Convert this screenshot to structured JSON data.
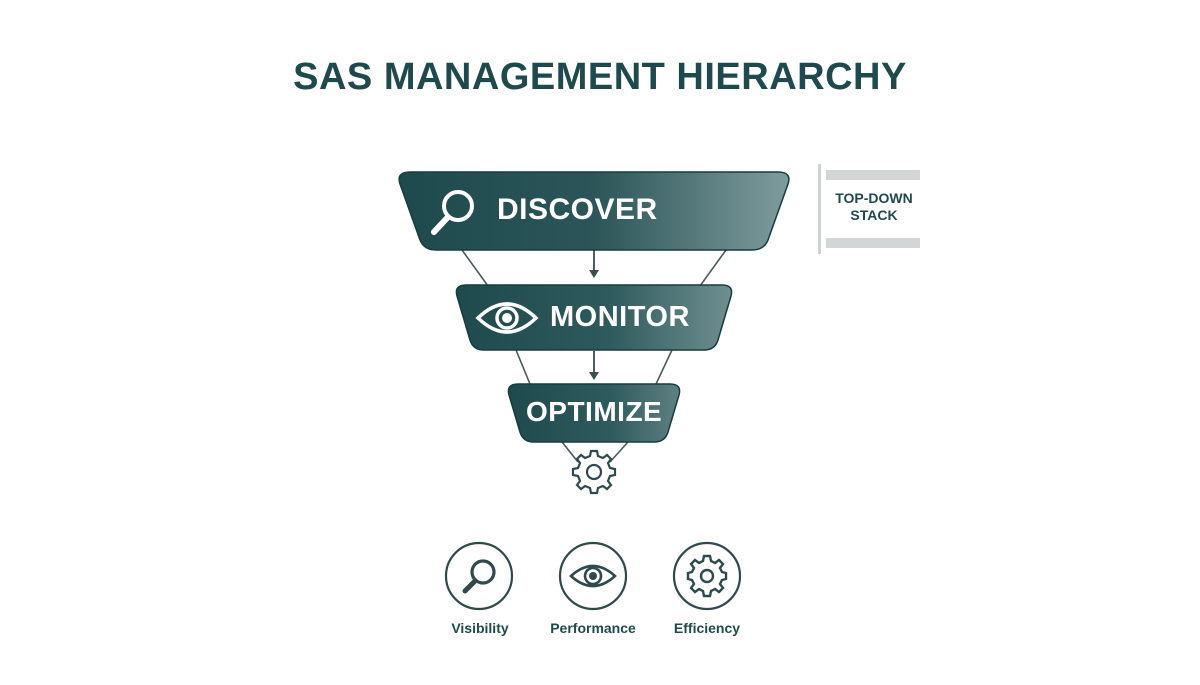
{
  "title": "SAS MANAGEMENT HIERARCHY",
  "stages": [
    {
      "label": "DISCOVER",
      "icon": "magnifier-icon"
    },
    {
      "label": "MONITOR",
      "icon": "eye-icon"
    },
    {
      "label": "OPTIMIZE",
      "icon": "gear-icon"
    }
  ],
  "side_note": "TOP-DOWN\nSTACK",
  "benefits": [
    {
      "label": "Visibility",
      "icon": "magnifier-icon"
    },
    {
      "label": "Performance",
      "icon": "eye-icon"
    },
    {
      "label": "Efficiency",
      "icon": "gear-icon"
    }
  ],
  "colors": {
    "primary": "#1f4a4d",
    "gradient_end": "#7f9c9d",
    "line": "#4a5a5b",
    "background": "#ffffff"
  }
}
